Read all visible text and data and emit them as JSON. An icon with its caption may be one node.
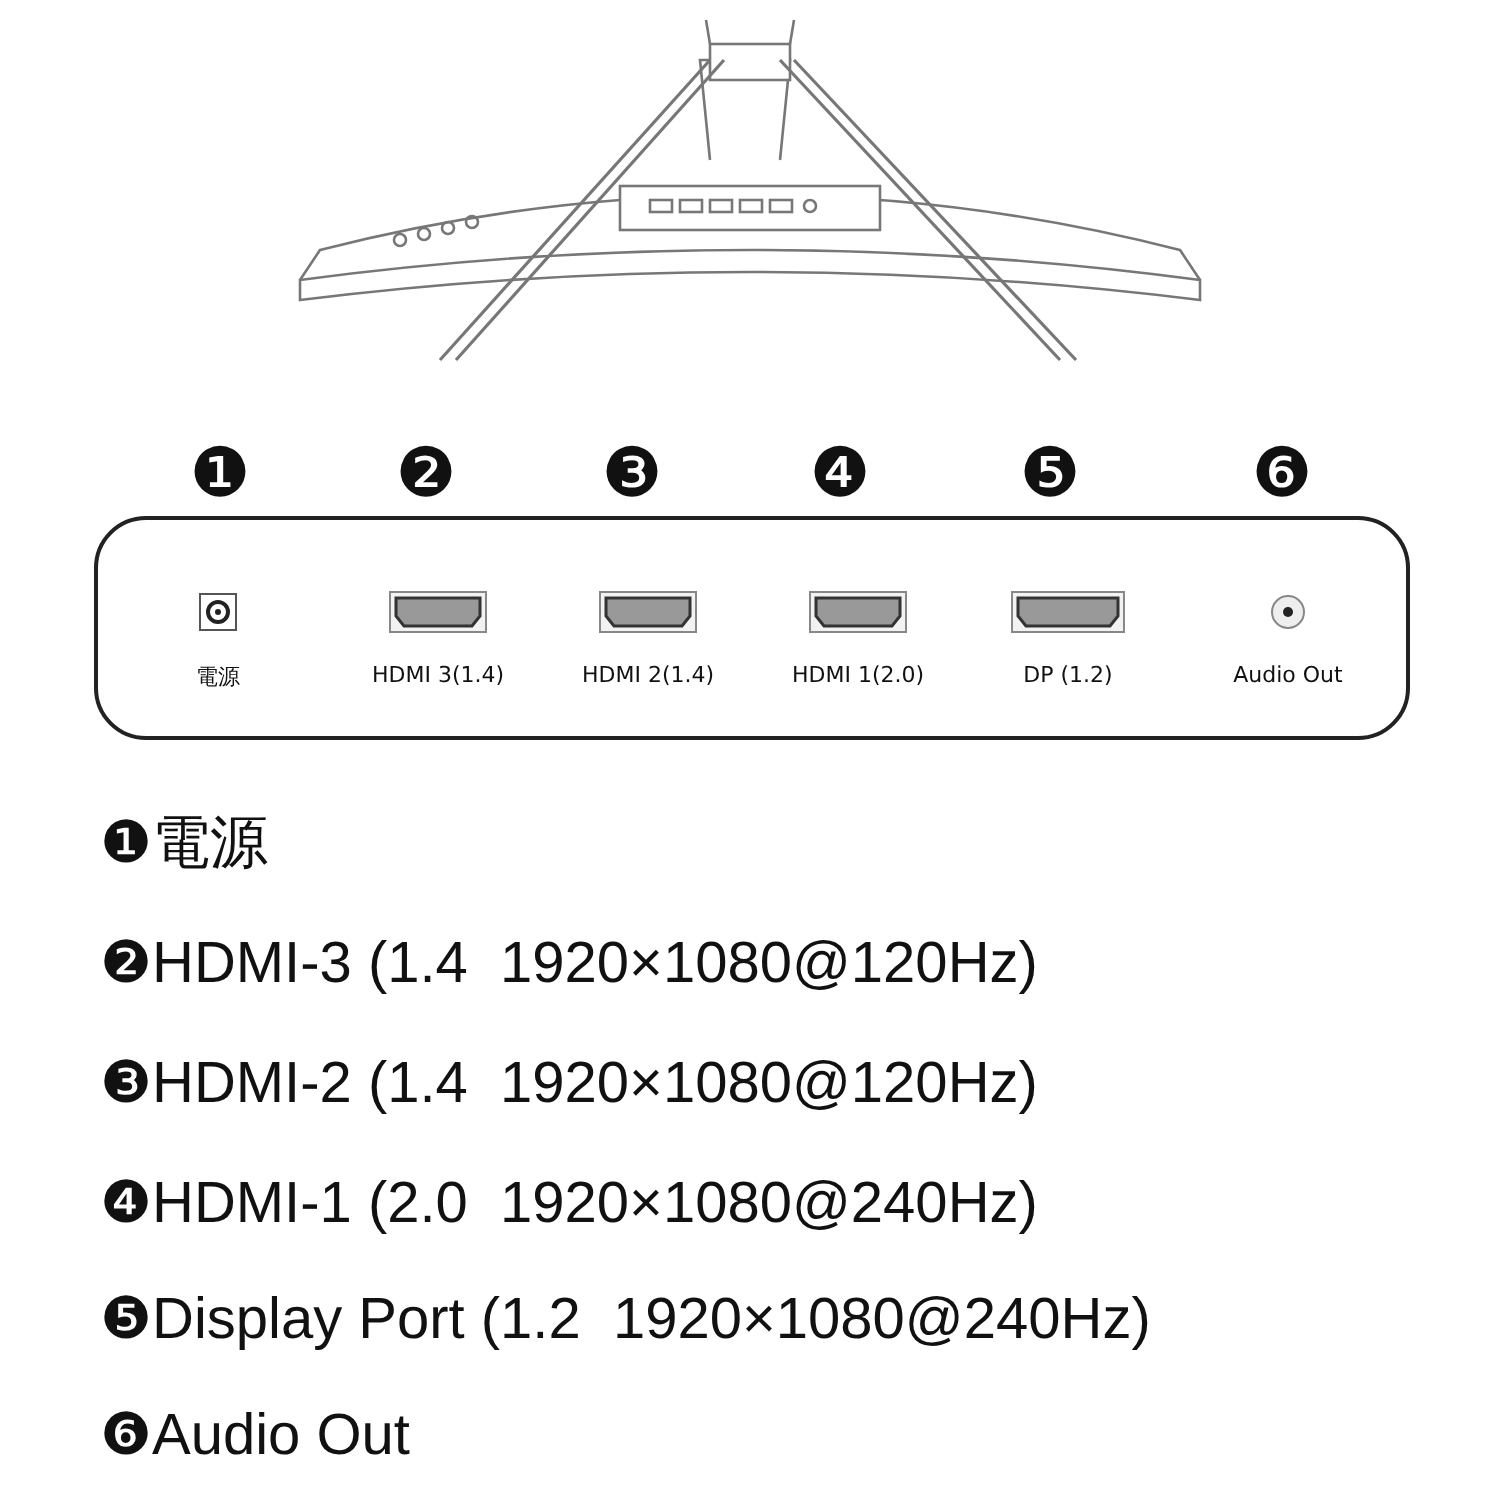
{
  "diagram": {
    "nodes": [
      {
        "text": [],
        "shape": "box"
      },
      {
        "text": [
          "電源"
        ],
        "in": 0
      },
      {
        "text": [
          "HDMI 3(1.4)"
        ],
        "in": 0
      },
      {
        "text": [
          "HDMI 2(1.4)"
        ],
        "in": 0
      },
      {
        "text": [
          "HDMI 1(2.0)"
        ],
        "in": 0
      },
      {
        "text": [
          "DP (1.2)"
        ],
        "in": 0
      },
      {
        "text": [
          "Audio Out"
        ],
        "in": 0
      }
    ],
    "edges": [],
    "labels": [
      "❶",
      "❷",
      "❸",
      "❹",
      "❺",
      "❻",
      "❶電源",
      "❷HDMI-3 (1.4  1920×1080@120Hz)",
      "❸HDMI-2 (1.4  1920×1080@120Hz)",
      "❹HDMI-1 (2.0  1920×1080@240Hz)",
      "❺Display Port (1.2  1920×1080@240Hz)",
      "❻Audio Out"
    ]
  }
}
